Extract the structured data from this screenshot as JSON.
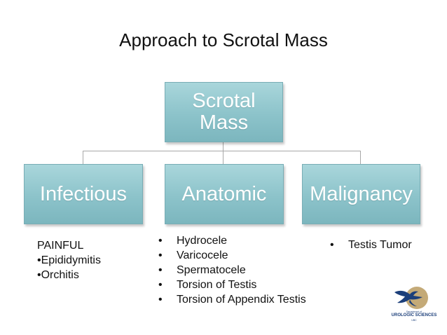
{
  "title": "Approach to Scrotal Mass",
  "root": {
    "lines": [
      "Scrotal",
      "Mass"
    ]
  },
  "children": [
    {
      "label": "Infectious",
      "lines": [
        "PAINFUL",
        "•Epididymitis",
        "•Orchitis"
      ]
    },
    {
      "label": "Anatomic",
      "items": [
        "Hydrocele",
        "Varicocele",
        "Spermatocele",
        "Torsion of Testis",
        "Torsion of Appendix Testis"
      ]
    },
    {
      "label": "Malignancy",
      "items": [
        "Testis Tumor"
      ]
    }
  ],
  "bullet": "•",
  "logo": {
    "icon": "eagle-logo",
    "line1": "Department of",
    "line2": "UROLOGIC SCIENCES",
    "line3": "UBC"
  },
  "colors": {
    "box_top": "#a9d6db",
    "box_bottom": "#7cb6be",
    "connector": "#a8a8a8",
    "logo_circle": "#c4aa78",
    "logo_bird": "#1c3f7a"
  }
}
